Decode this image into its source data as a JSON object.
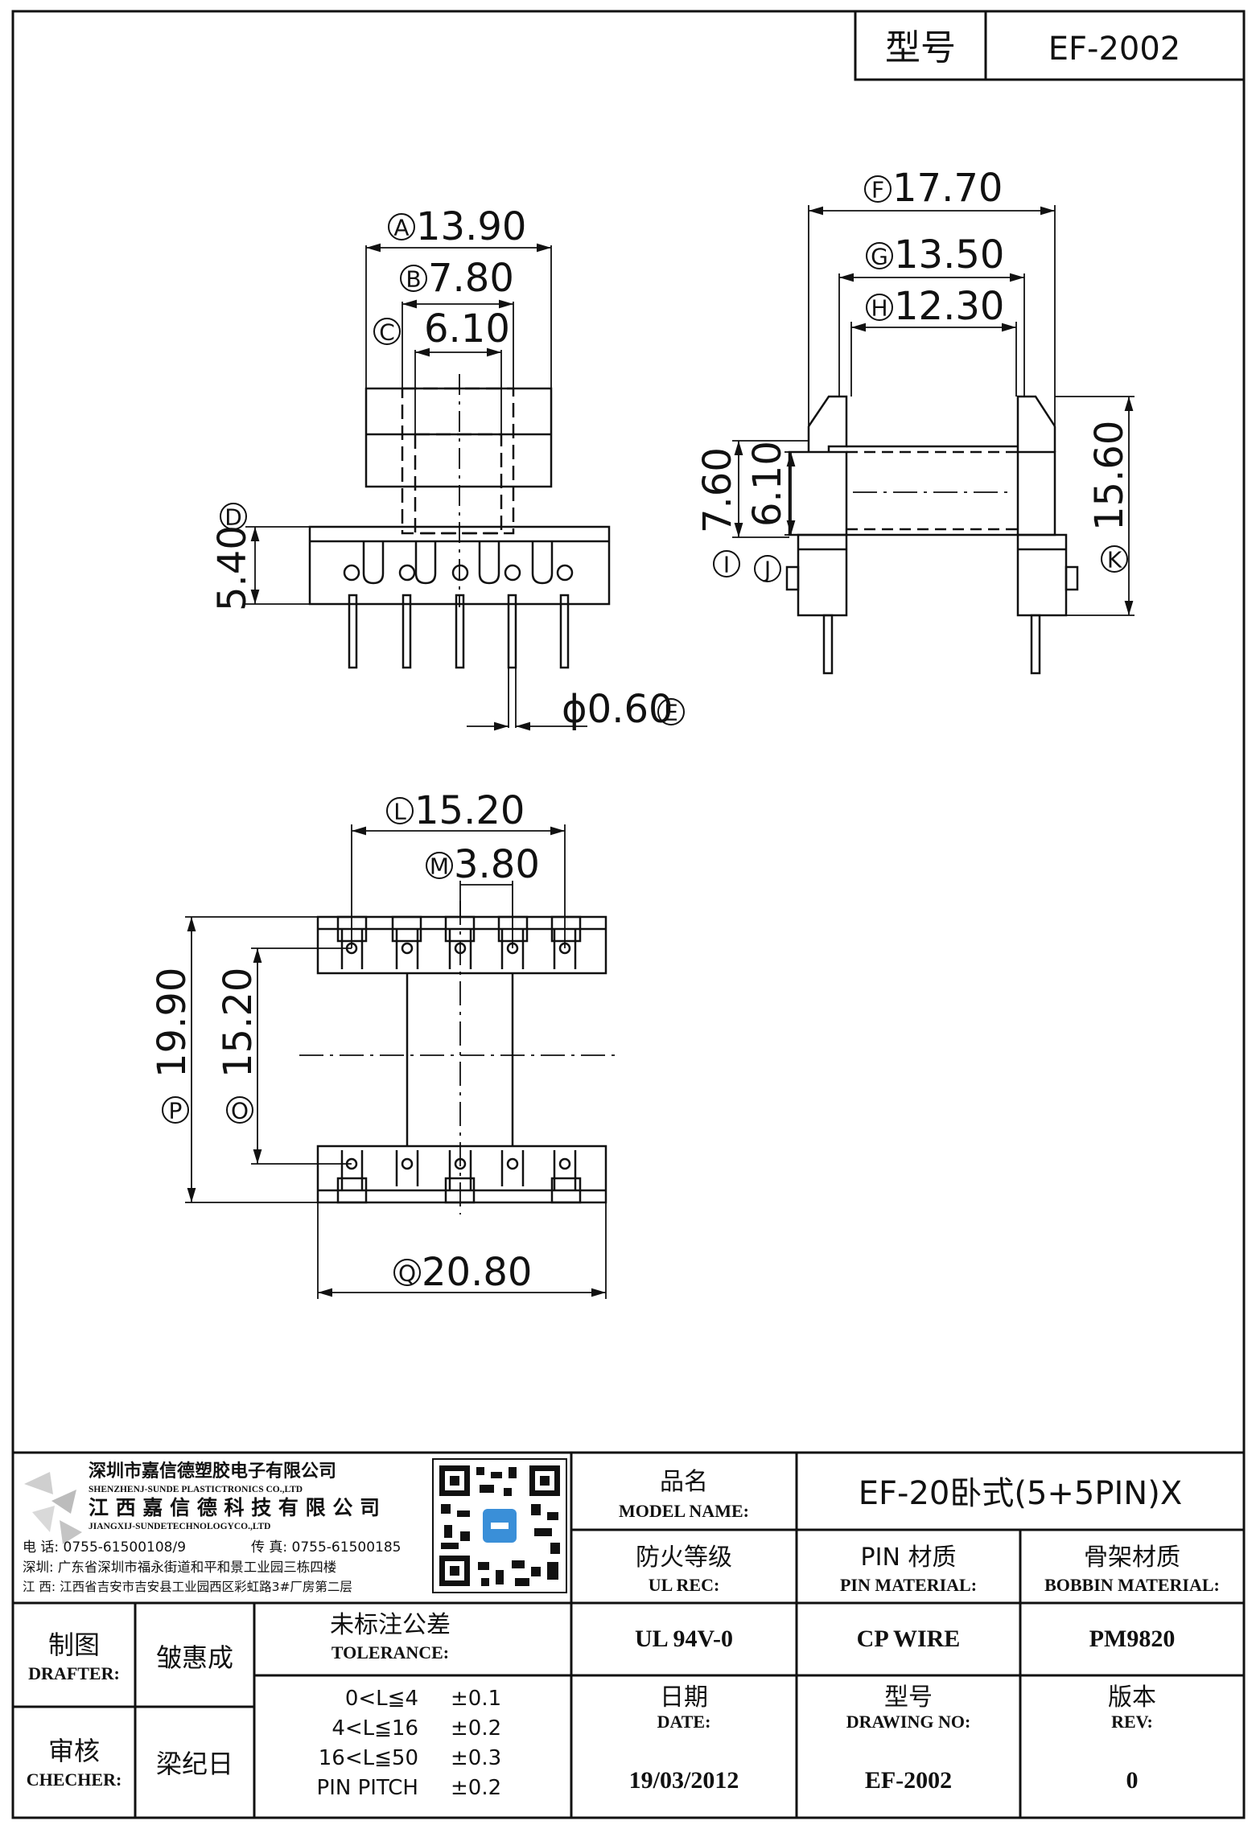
{
  "header": {
    "label": "型号",
    "model": "EF-2002"
  },
  "front_view": {
    "A": {
      "letter": "A",
      "value": "13.90"
    },
    "B": {
      "letter": "B",
      "value": "7.80"
    },
    "C": {
      "letter": "C",
      "value": "6.10"
    },
    "D": {
      "letter": "D",
      "value": "5.40"
    },
    "E": {
      "letter": "E",
      "value": "ϕ0.60"
    }
  },
  "side_view": {
    "F": {
      "letter": "F",
      "value": "17.70"
    },
    "G": {
      "letter": "G",
      "value": "13.50"
    },
    "H": {
      "letter": "H",
      "value": "12.30"
    },
    "I": {
      "letter": "I",
      "value": "7.60"
    },
    "J": {
      "letter": "J",
      "value": "6.10"
    },
    "K": {
      "letter": "K",
      "value": "15.60"
    }
  },
  "bottom_view": {
    "L": {
      "letter": "L",
      "value": "15.20"
    },
    "M": {
      "letter": "M",
      "value": "3.80"
    },
    "O": {
      "letter": "O",
      "value": "15.20"
    },
    "P": {
      "letter": "P",
      "value": "19.90"
    },
    "Q": {
      "letter": "Q",
      "value": "20.80"
    }
  },
  "company": {
    "name_cn_1": "深圳市嘉信德塑胶电子有限公司",
    "name_en_1": "SHENZHENJ-SUNDE PLASTICTRONICS CO.,LTD",
    "name_cn_2": "江 西 嘉 信 德 科 技 有 限 公 司",
    "name_en_2": "JIANGXIJ-SUNDETECHNOLOGYCO.,LTD",
    "phone": "电 话:  0755-61500108/9",
    "fax": "传 真:  0755-61500185",
    "addr_sz": "深圳:  广东省深圳市福永街道和平和景工业园三栋四楼",
    "addr_jx": "江 西:  江西省吉安市吉安县工业园西区彩虹路3#厂房第二层"
  },
  "title_block": {
    "model_name_cn": "品名",
    "model_name_en": "MODEL NAME:",
    "model_name_value": "EF-20卧式(5+5PIN)X",
    "ul_cn": "防火等级",
    "ul_en": "UL REC:",
    "pin_cn": "PIN 材质",
    "pin_en": "PIN MATERIAL:",
    "bobbin_cn": "骨架材质",
    "bobbin_en": "BOBBIN MATERIAL:",
    "ul_value": "UL 94V-0",
    "pin_value": "CP WIRE",
    "bobbin_value": "PM9820",
    "date_cn": "日期",
    "date_en": "DATE:",
    "drawing_cn": "型号",
    "drawing_en": "DRAWING NO:",
    "rev_cn": "版本",
    "rev_en": "REV:",
    "date_value": "19/03/2012",
    "drawing_value": "EF-2002",
    "rev_value": "0",
    "drafter_cn": "制图",
    "drafter_en": "DRAFTER:",
    "drafter_name": "皱惠成",
    "checker_cn": "审核",
    "checker_en": "CHECHER:",
    "checker_name": "梁纪日",
    "tolerance_cn": "未标注公差",
    "tolerance_en": "TOLERANCE:",
    "tolerances": [
      {
        "range": "0<L≦4",
        "tol": "±0.1"
      },
      {
        "range": "4<L≦16",
        "tol": "±0.2"
      },
      {
        "range": "16<L≦50",
        "tol": "±0.3"
      },
      {
        "range": "PIN PITCH",
        "tol": "±0.2"
      }
    ]
  }
}
